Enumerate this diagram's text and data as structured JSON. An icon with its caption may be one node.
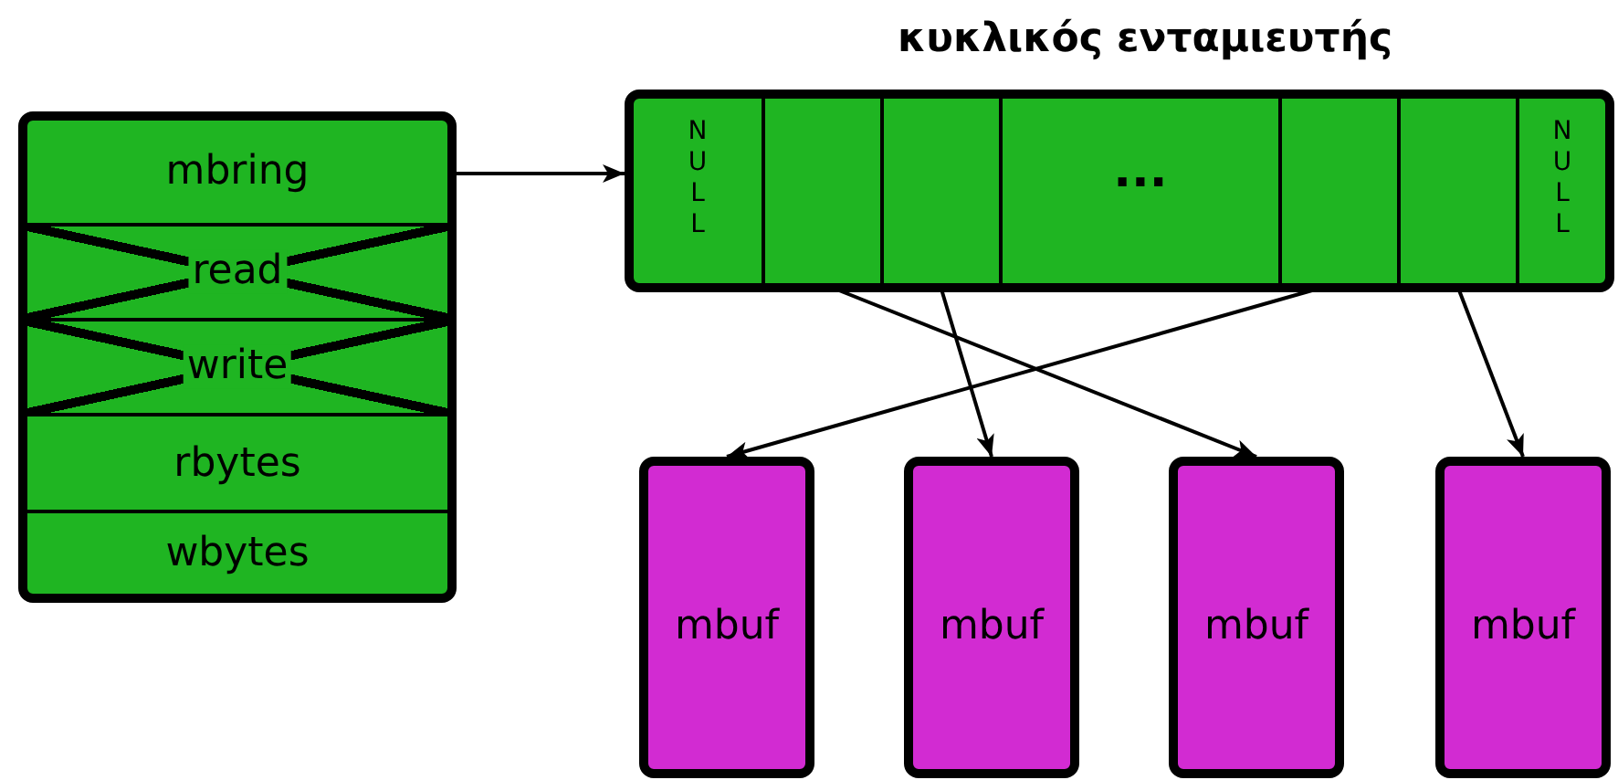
{
  "diagram": {
    "nodes": [
      {
        "text": [],
        "shape": "box"
      },
      {
        "text": [
          "mbring"
        ],
        "in": 0
      },
      {
        "text": [
          "read"
        ],
        "in": 0
      },
      {
        "text": [
          "write"
        ],
        "in": 0
      },
      {
        "text": [
          "rbytes"
        ],
        "in": 0
      },
      {
        "text": [
          "wbytes"
        ],
        "in": 0
      },
      {
        "text": [
          "κυκλικός ενταμιευτής"
        ]
      },
      {
        "text": [
          "NULL"
        ],
        "in": 6
      },
      {
        "text": [],
        "shape": "box",
        "in": 6
      },
      {
        "text": [],
        "shape": "box",
        "in": 6
      },
      {
        "text": [
          "..."
        ],
        "in": 6
      },
      {
        "text": [],
        "shape": "box",
        "in": 6
      },
      {
        "text": [],
        "shape": "box",
        "in": 6
      },
      {
        "text": [
          "NULL"
        ],
        "in": 6
      },
      {
        "text": [
          "mbuf"
        ]
      },
      {
        "text": [
          "mbuf"
        ]
      },
      {
        "text": [
          "mbuf"
        ]
      },
      {
        "text": [
          "mbuf"
        ]
      }
    ],
    "edges": [
      {
        "from": 1,
        "to": 6,
        "arrow": "to"
      },
      {
        "from": 8,
        "to": 16,
        "arrow": "to"
      },
      {
        "from": 9,
        "to": 15,
        "arrow": "to"
      },
      {
        "from": 11,
        "to": 14,
        "arrow": "to"
      },
      {
        "from": 12,
        "to": 17,
        "arrow": "to"
      }
    ]
  }
}
